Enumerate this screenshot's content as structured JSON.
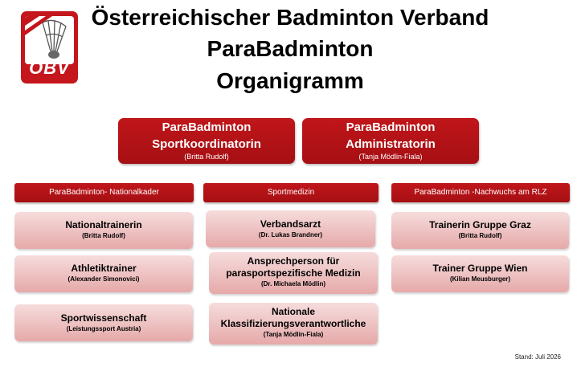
{
  "header": {
    "logo_text": "ÖBV",
    "title_line1": "Österreichischer Badminton Verband",
    "title_line2": "ParaBadminton",
    "title_line3": "Organigramm"
  },
  "top_roles": [
    {
      "line1": "ParaBadminton",
      "line2": "Sportkoordinatorin",
      "person": "(Britta Rudolf)"
    },
    {
      "line1": "ParaBadminton",
      "line2": "Administratorin",
      "person": "(Tanja Mödlin-Fiala)"
    }
  ],
  "columns": [
    {
      "category": "ParaBadminton- Nationalkader",
      "items": [
        {
          "title": "Nationaltrainerin",
          "person": "(Britta Rudolf)"
        },
        {
          "title": "Athletiktrainer",
          "person": "(Alexander Simonovici)"
        },
        {
          "title": "Sportwissenschaft",
          "person": "(Leistungssport Austria)"
        }
      ]
    },
    {
      "category": "Sportmedizin",
      "items": [
        {
          "title": "Verbandsarzt",
          "person": "(Dr. Lukas Brandner)"
        },
        {
          "title_line1": "Ansprechperson für",
          "title_line2": "parasportspezifische Medizin",
          "person": "(Dr. Michaela Mödlin)"
        },
        {
          "title_line1": "Nationale",
          "title_line2": "Klassifizierungsverantwortliche",
          "person": "(Tanja Mödlin-Fiala)"
        }
      ]
    },
    {
      "category": "ParaBadminton -Nachwuchs am RLZ",
      "items": [
        {
          "title": "Trainerin Gruppe Graz",
          "person": "(Britta Rudolf)"
        },
        {
          "title": "Trainer Gruppe Wien",
          "person": "(Kilian Meusburger)"
        }
      ]
    }
  ],
  "footer": {
    "stand": "Stand: Juli 2026"
  },
  "colors": {
    "brand_red": "#c4161c",
    "light_box": "#f0c8c8"
  }
}
